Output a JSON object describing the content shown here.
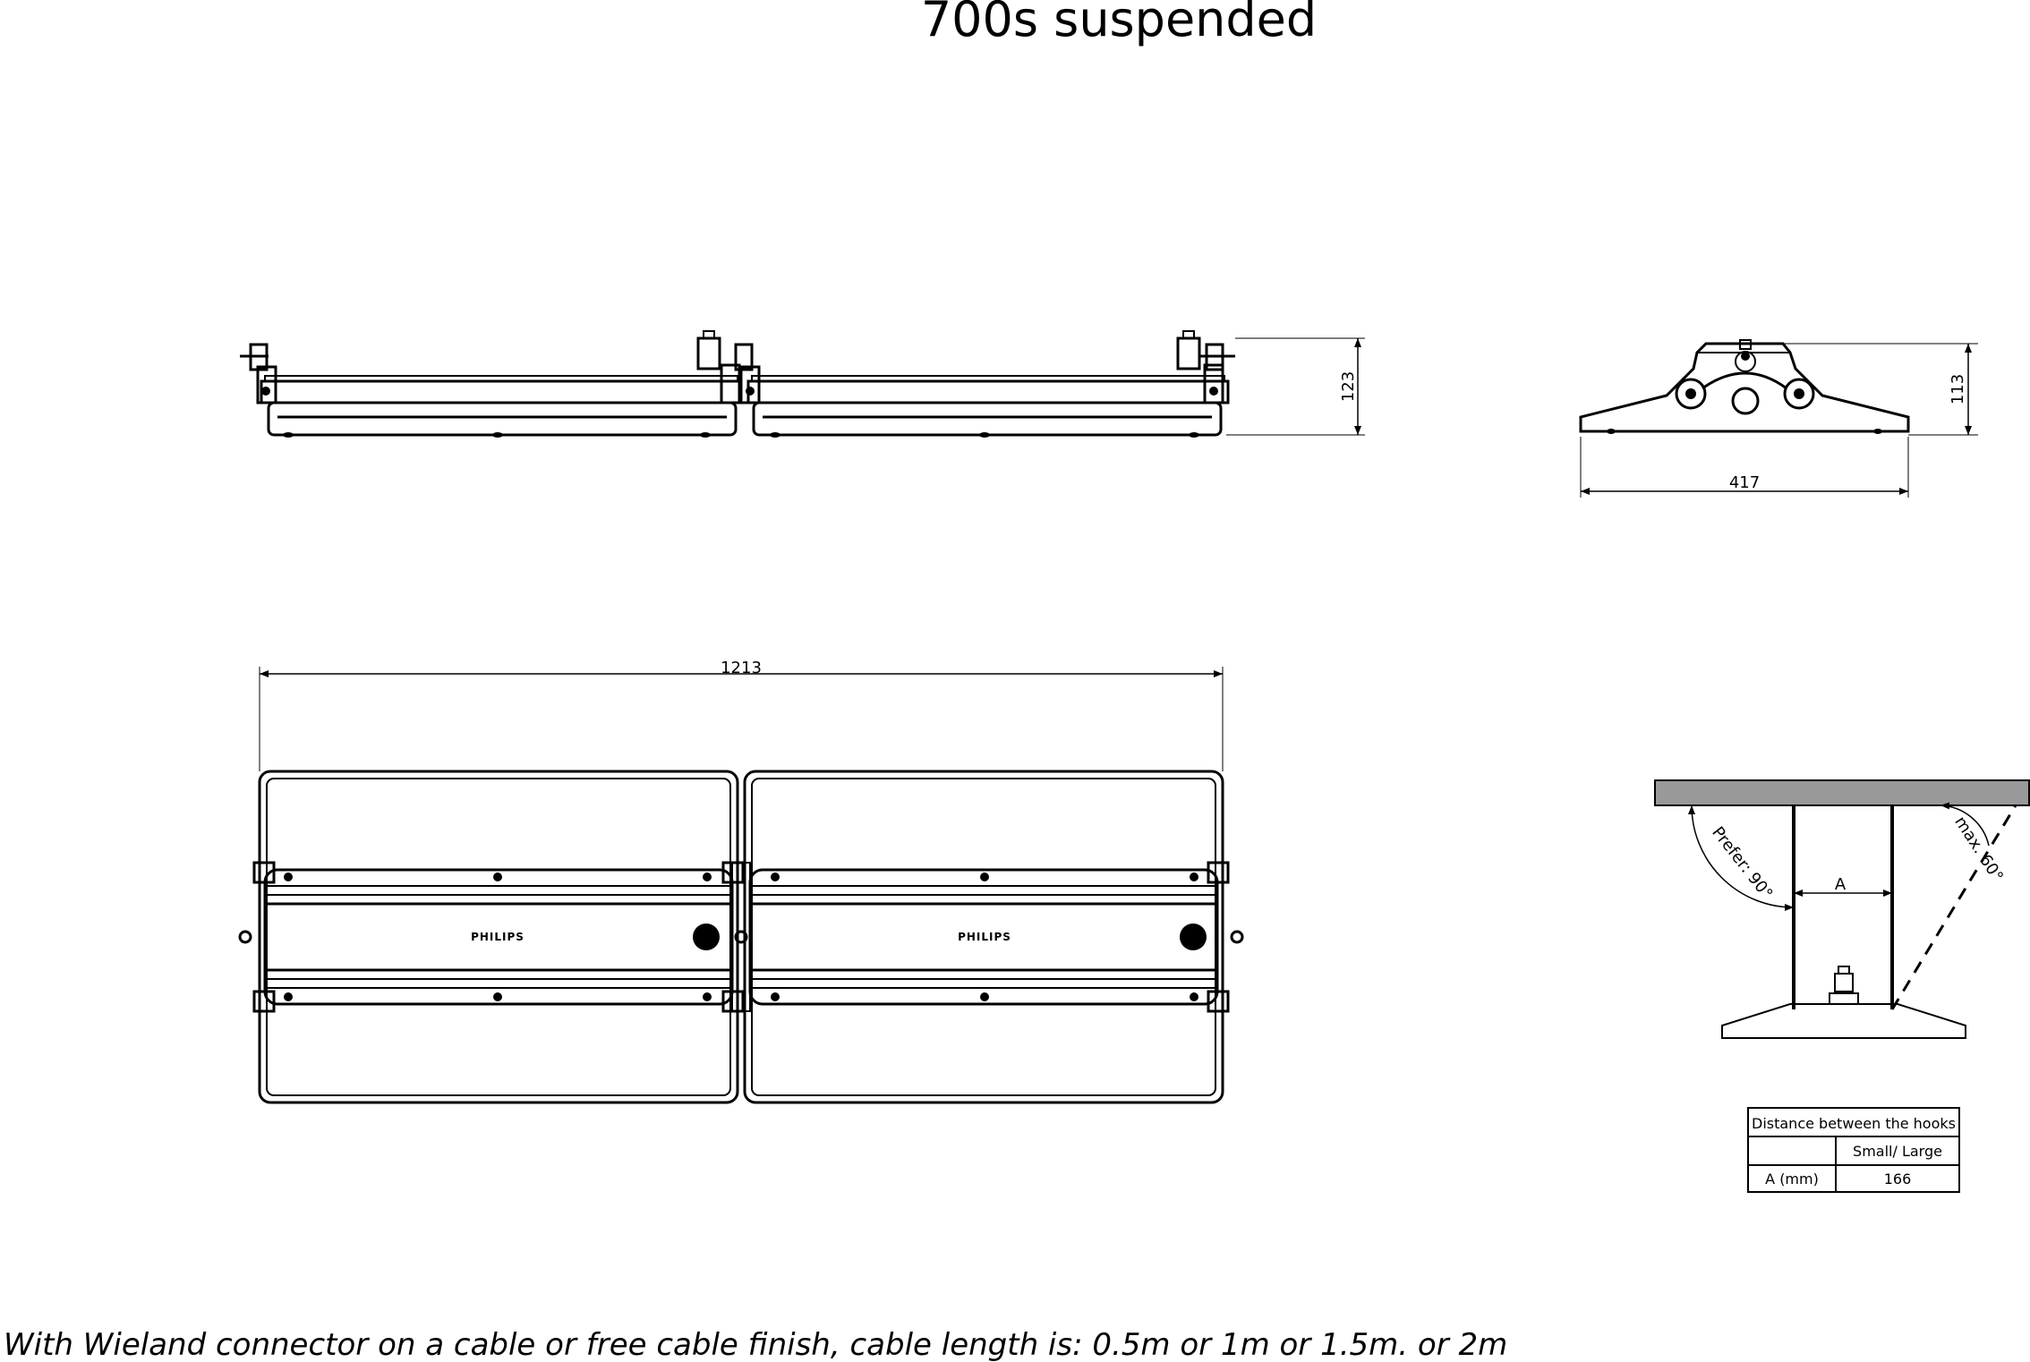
{
  "title": "700s suspended",
  "dimensions": {
    "height_front": "123",
    "height_side": "113",
    "width_side": "417",
    "length_top": "1213"
  },
  "brand_mark": "PHILIPS",
  "hook_diagram": {
    "prefer_label": "Prefer: 90°",
    "max_label": "max. 60°",
    "distance_label": "A"
  },
  "hooks_table": {
    "title": "Distance between the hooks",
    "header": [
      "",
      "Small/ Large"
    ],
    "rows": [
      [
        "A (mm)",
        "166"
      ]
    ]
  },
  "footnote": "With Wieland connector on a cable or free cable finish, cable length is: 0.5m or 1m or 1.5m. or 2m"
}
